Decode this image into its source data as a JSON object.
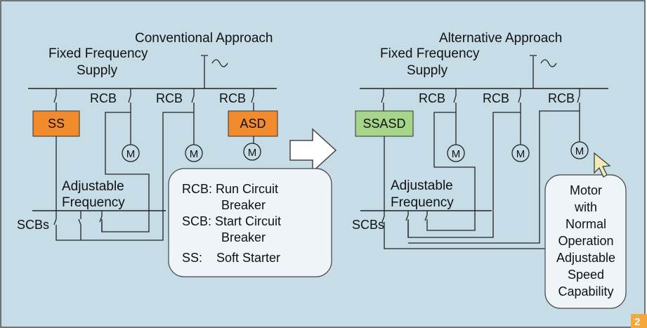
{
  "colors": {
    "panel_bg": "#c6dde8",
    "orange_box": "#f28a2e",
    "green_box": "#a6d58a",
    "legend_bg": "#eef4f8",
    "badge": "#f6a73a"
  },
  "left": {
    "title": "Conventional Approach",
    "supply_line1": "Fixed Frequency",
    "supply_line2": "Supply",
    "rcb1": "RCB",
    "rcb2": "RCB",
    "rcb3": "RCB",
    "ss_box": "SS",
    "asd_box": "ASD",
    "motor": "M",
    "adj_line1": "Adjustable",
    "adj_line2": "Frequency",
    "scbs": "SCBs"
  },
  "right": {
    "title": "Alternative Approach",
    "supply_line1": "Fixed Frequency",
    "supply_line2": "Supply",
    "rcb1": "RCB",
    "rcb2": "RCB",
    "rcb3": "RCB",
    "ssasd_box": "SSASD",
    "motor": "M",
    "adj_line1": "Adjustable",
    "adj_line2": "Frequency",
    "scbs": "SCBs"
  },
  "legend": {
    "line1": "RCB: Run Circuit",
    "line2": "Breaker",
    "line3": "SCB: Start Circuit",
    "line4": "Breaker",
    "line5": "SS:    Soft Starter"
  },
  "motor_note": [
    "Motor",
    "with",
    "Normal",
    "Operation",
    "Adjustable",
    "Speed",
    "Capability"
  ],
  "badge": "2",
  "icons": [
    "arrow-right-icon",
    "cursor-icon",
    "ac-source-icon",
    "breaker-switch-icon"
  ]
}
